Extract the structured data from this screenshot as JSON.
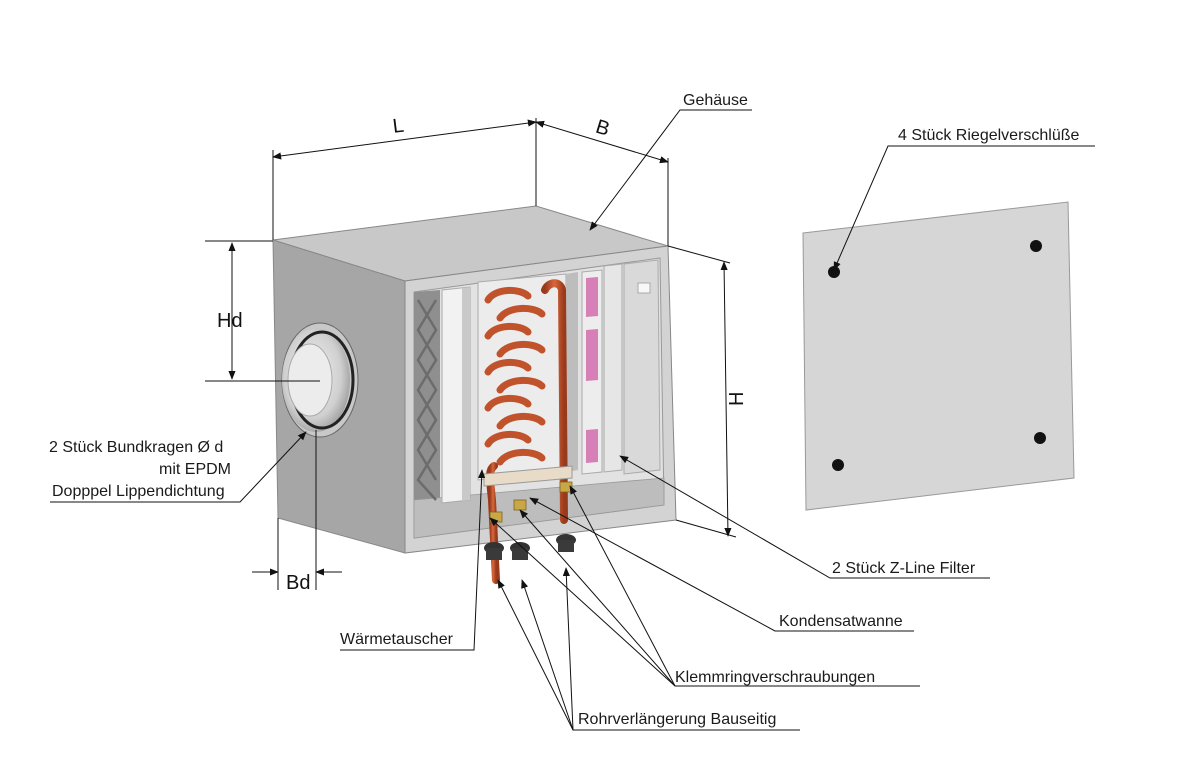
{
  "dimensions": {
    "L": "L",
    "B": "B",
    "H": "H",
    "Hd": "Hd",
    "Bd": "Bd"
  },
  "labels": {
    "gehaeuse": "Gehäuse",
    "riegel": "4 Stück Riegelverschlüße",
    "bundkragen_1": "2 Stück Bundkragen Ø d",
    "bundkragen_2": "mit EPDM",
    "bundkragen_3": "Dopppel Lippendichtung",
    "filter": "2 Stück Z-Line Filter",
    "kondensat": "Kondensatwanne",
    "waermetauscher": "Wärmetauscher",
    "klemmring": "Klemmringverschraubungen",
    "rohr": "Rohrverlängerung Bauseitig"
  },
  "colors": {
    "housing_front": "#a9a9a9",
    "housing_top": "#c6c6c6",
    "housing_side": "#d2d2d2",
    "copper": "#c0532c",
    "filter_pink": "#d77fb7",
    "panel": "#d6d6d6"
  }
}
